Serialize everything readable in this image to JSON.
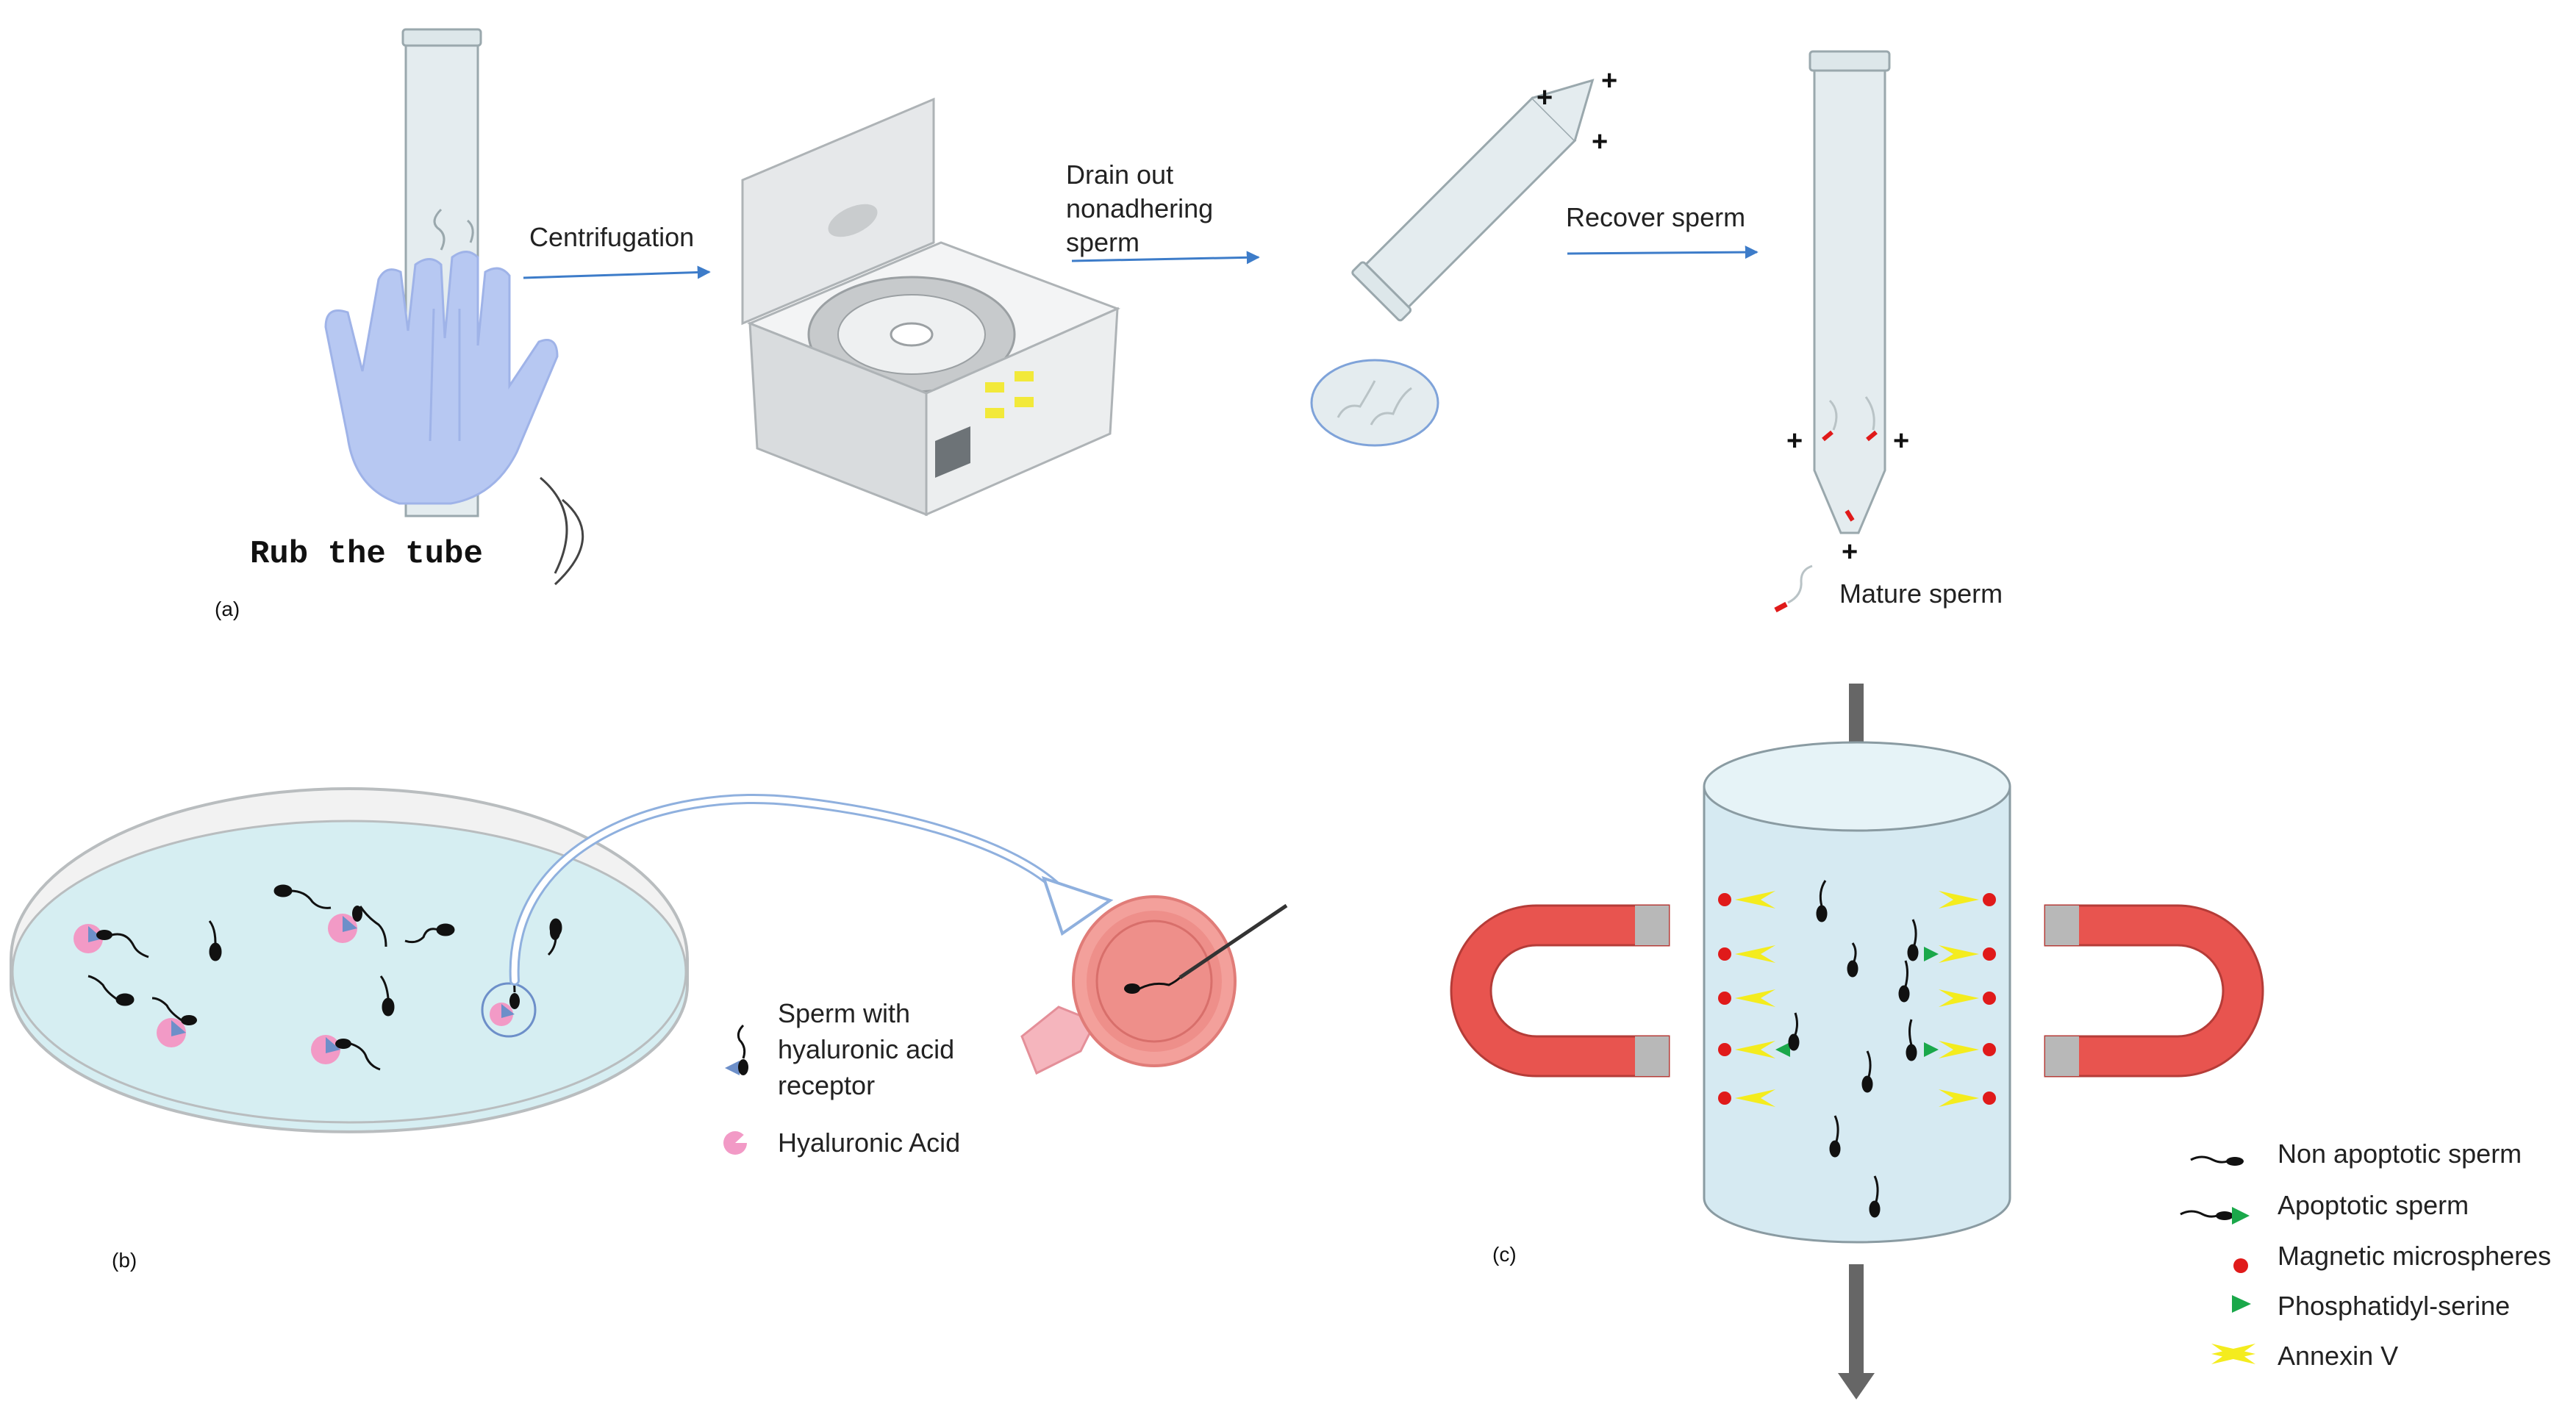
{
  "panel_a": {
    "label": "(a)",
    "rub_text": "Rub the tube",
    "step1": "Centrifugation",
    "step2": [
      "Drain out",
      "nonadhering",
      "sperm"
    ],
    "step3": "Recover sperm",
    "plus_sign": "+",
    "legend_mature": "Mature sperm"
  },
  "panel_b": {
    "label": "(b)",
    "legend_receptor": [
      "Sperm with",
      "hyaluronic acid",
      "receptor"
    ],
    "legend_ha": "Hyaluronic Acid"
  },
  "panel_c": {
    "label": "(c)",
    "legend": {
      "non_apoptotic": "Non apoptotic sperm",
      "apoptotic": "Apoptotic sperm",
      "microspheres": "Magnetic microspheres",
      "phosphatidyl": "Phosphatidyl-serine",
      "annexin": "Annexin V"
    }
  },
  "colors": {
    "arrow_blue": "#3d7cc9",
    "tube_fill": "#e4ecef",
    "glove": "#b7c8f2",
    "dish_fluid": "#d6eef2",
    "hyaluronic_pink": "#f29ac6",
    "receptor_blue": "#6d8fc9",
    "egg_pink": "#ee8f8a",
    "magnet_red": "#e8544f",
    "annexin_yellow": "#f4ec1e",
    "microsphere_red": "#e01a1a",
    "phosphatidyl_green": "#1aa84a"
  }
}
